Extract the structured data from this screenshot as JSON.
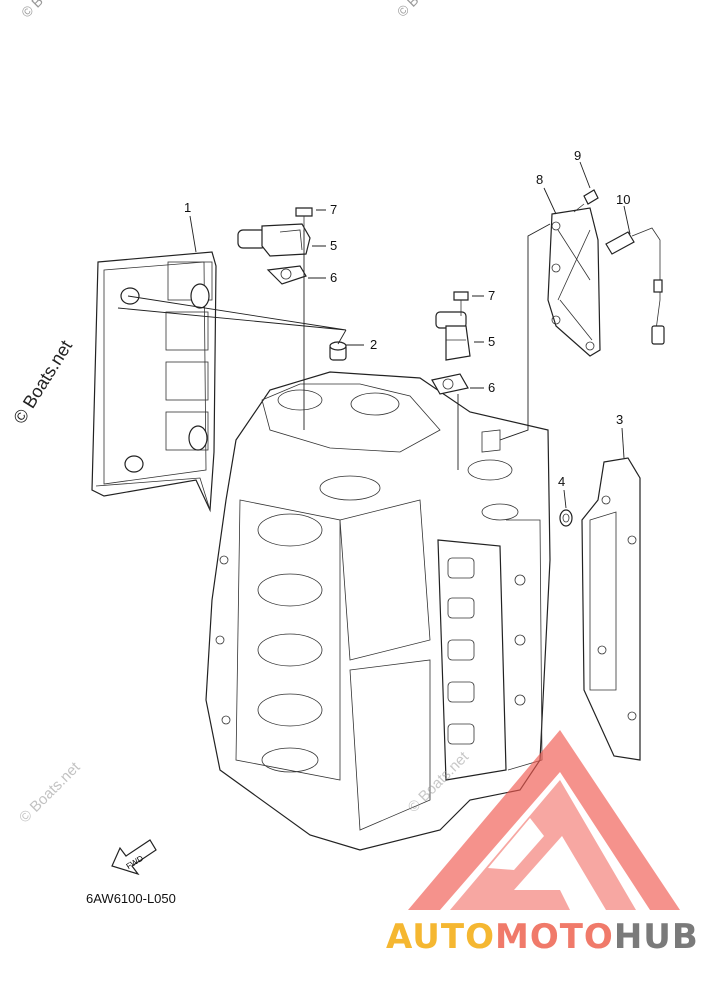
{
  "diagram": {
    "part_code": "6AW6100-L050",
    "fwd_label": "FWD",
    "callouts": [
      "1",
      "2",
      "3",
      "4",
      "5",
      "6",
      "7",
      "5",
      "6",
      "7",
      "8",
      "9",
      "10"
    ]
  },
  "watermarks": {
    "side": "© Boats.net",
    "faint": "© Boats.net",
    "faint_top": "© B"
  },
  "brand": {
    "part1": "AUTO",
    "part2": "MOTO",
    "part3": "HUB",
    "colors": {
      "auto": "#f5b731",
      "moto": "#f07a6a",
      "hub": "#7a7a7a",
      "logo": "#f05a50"
    }
  }
}
